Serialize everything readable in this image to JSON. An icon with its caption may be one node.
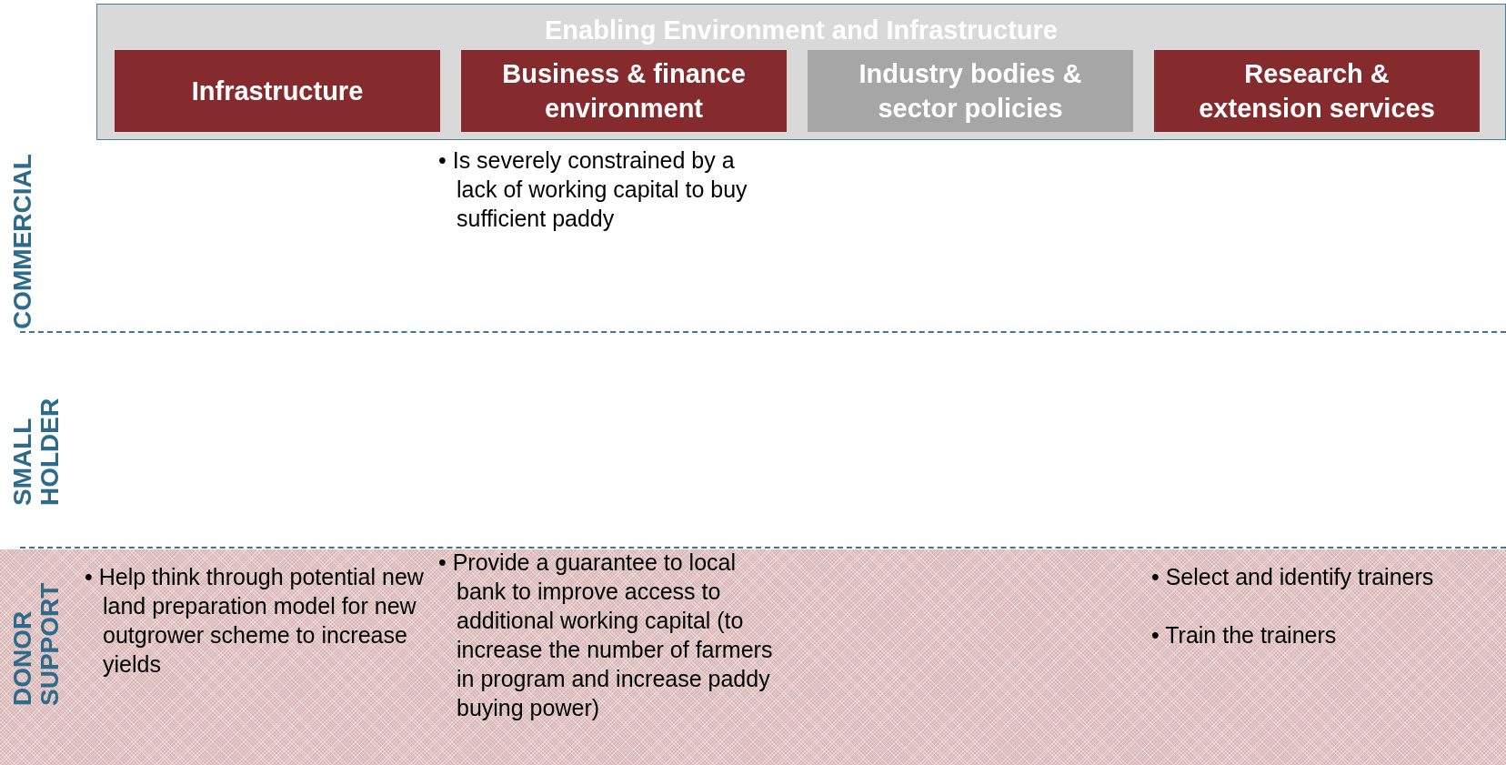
{
  "diagram": {
    "nodes": [
      {
        "text": [
          "Enabling Environment and Infrastructure"
        ]
      },
      {
        "text": [
          "Infrastructure"
        ],
        "in": 0
      },
      {
        "text": [
          "Business & finance environment"
        ],
        "in": 0
      },
      {
        "text": [
          "Industry bodies & sector policies"
        ],
        "in": 0
      },
      {
        "text": [
          "Research & extension services"
        ],
        "in": 0
      },
      {
        "text": [
          "DONOR SUPPORT"
        ]
      }
    ],
    "edges": [],
    "labels": [
      "COMMERCIAL",
      "• Is severely constrained by a lack of working capital to buy sufficient paddy",
      "SMALL HOLDER",
      "• Help think through potential new land preparation model for new outgrower scheme to increase yields",
      "• Provide a guarantee to local bank to improve access to additional working capital (to increase the number of farmers in program and increase paddy buying power)",
      "• Select and identify trainers",
      "• Train the trainers"
    ]
  }
}
